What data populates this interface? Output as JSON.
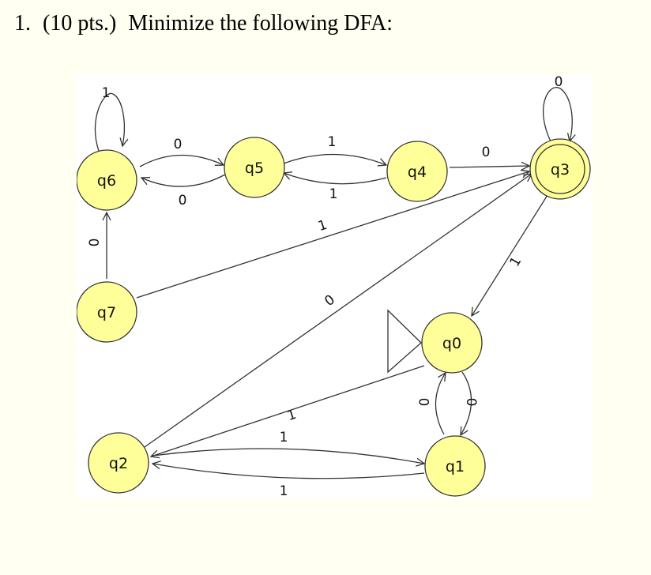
{
  "question": {
    "number": "1.",
    "points": "(10 pts.)",
    "text": "Minimize the following DFA:"
  },
  "dfa": {
    "states": [
      {
        "id": "q0",
        "label": "q0",
        "start": true,
        "accepting": false
      },
      {
        "id": "q1",
        "label": "q1",
        "start": false,
        "accepting": false
      },
      {
        "id": "q2",
        "label": "q2",
        "start": false,
        "accepting": false
      },
      {
        "id": "q3",
        "label": "q3",
        "start": false,
        "accepting": true
      },
      {
        "id": "q4",
        "label": "q4",
        "start": false,
        "accepting": false
      },
      {
        "id": "q5",
        "label": "q5",
        "start": false,
        "accepting": false
      },
      {
        "id": "q6",
        "label": "q6",
        "start": false,
        "accepting": false
      },
      {
        "id": "q7",
        "label": "q7",
        "start": false,
        "accepting": false
      }
    ],
    "transitions": [
      {
        "from": "q6",
        "to": "q6",
        "symbol": "1"
      },
      {
        "from": "q6",
        "to": "q5",
        "symbol": "0"
      },
      {
        "from": "q5",
        "to": "q6",
        "symbol": "0"
      },
      {
        "from": "q5",
        "to": "q4",
        "symbol": "1"
      },
      {
        "from": "q4",
        "to": "q5",
        "symbol": "1"
      },
      {
        "from": "q4",
        "to": "q3",
        "symbol": "0"
      },
      {
        "from": "q3",
        "to": "q3",
        "symbol": "0"
      },
      {
        "from": "q3",
        "to": "q0",
        "symbol": "1"
      },
      {
        "from": "q7",
        "to": "q6",
        "symbol": "0"
      },
      {
        "from": "q7",
        "to": "q3",
        "symbol": "1"
      },
      {
        "from": "q2",
        "to": "q3",
        "symbol": "0"
      },
      {
        "from": "q0",
        "to": "q2",
        "symbol": "1"
      },
      {
        "from": "q0",
        "to": "q1",
        "symbol": "0"
      },
      {
        "from": "q1",
        "to": "q0",
        "symbol": "0"
      },
      {
        "from": "q2",
        "to": "q1",
        "symbol": "1"
      },
      {
        "from": "q1",
        "to": "q2",
        "symbol": "1"
      }
    ]
  }
}
